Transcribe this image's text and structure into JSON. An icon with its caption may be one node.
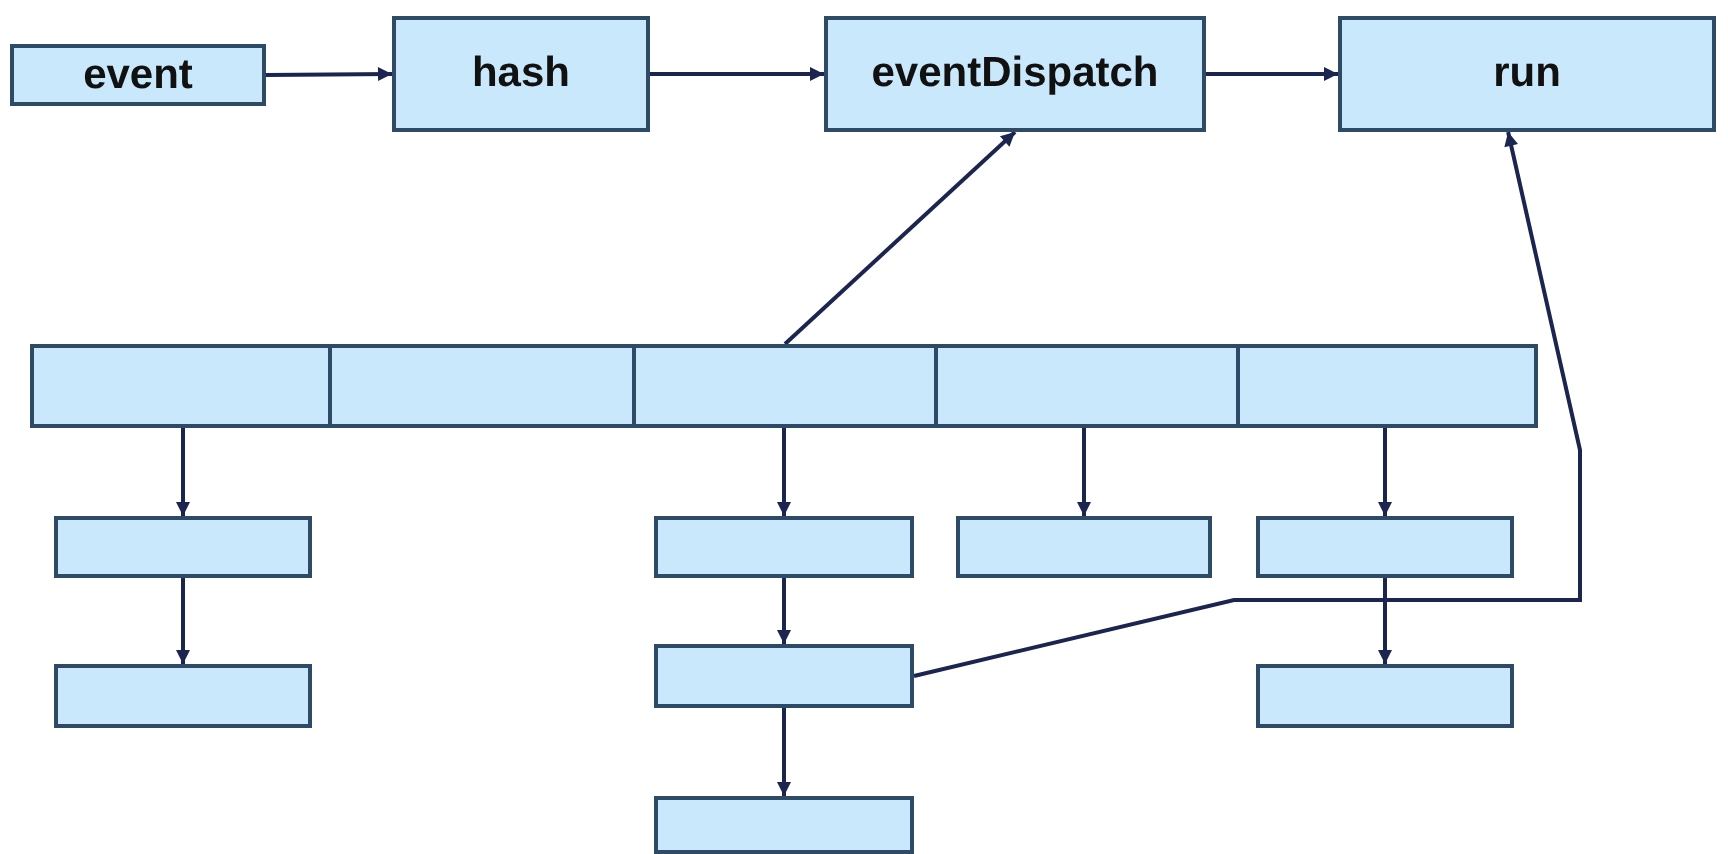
{
  "diagram": {
    "nodes": [
      {
        "text": [
          "event"
        ]
      },
      {
        "text": [
          "hash"
        ]
      },
      {
        "text": [
          "eventDispatch"
        ]
      },
      {
        "text": [
          "run"
        ]
      },
      {
        "text": [],
        "shape": "box"
      },
      {
        "text": [],
        "shape": "box"
      },
      {
        "text": [],
        "shape": "box"
      },
      {
        "text": [],
        "shape": "box"
      },
      {
        "text": [],
        "shape": "box"
      },
      {
        "text": [],
        "shape": "box"
      },
      {
        "text": [],
        "shape": "box"
      },
      {
        "text": [],
        "shape": "box"
      },
      {
        "text": [],
        "shape": "box"
      },
      {
        "text": [],
        "shape": "box"
      },
      {
        "text": [],
        "shape": "box"
      },
      {
        "text": [],
        "shape": "box"
      },
      {
        "text": [],
        "shape": "box"
      }
    ],
    "edges": [
      {
        "from": 0,
        "to": 1,
        "arrow": "to"
      },
      {
        "from": 1,
        "to": 2,
        "arrow": "to"
      },
      {
        "from": 2,
        "to": 3,
        "arrow": "to"
      },
      {
        "from": 6,
        "to": 2,
        "arrow": "to"
      },
      {
        "from": 12,
        "to": 3,
        "arrow": "to"
      },
      {
        "from": 4,
        "to": 9,
        "arrow": "to"
      },
      {
        "from": 9,
        "to": 10,
        "arrow": "to"
      },
      {
        "from": 6,
        "to": 11,
        "arrow": "to"
      },
      {
        "from": 11,
        "to": 12,
        "arrow": "to"
      },
      {
        "from": 12,
        "to": 13,
        "arrow": "to"
      },
      {
        "from": 7,
        "to": 14,
        "arrow": "to"
      },
      {
        "from": 8,
        "to": 15,
        "arrow": "to"
      },
      {
        "from": 15,
        "to": 16,
        "arrow": "to"
      }
    ]
  }
}
